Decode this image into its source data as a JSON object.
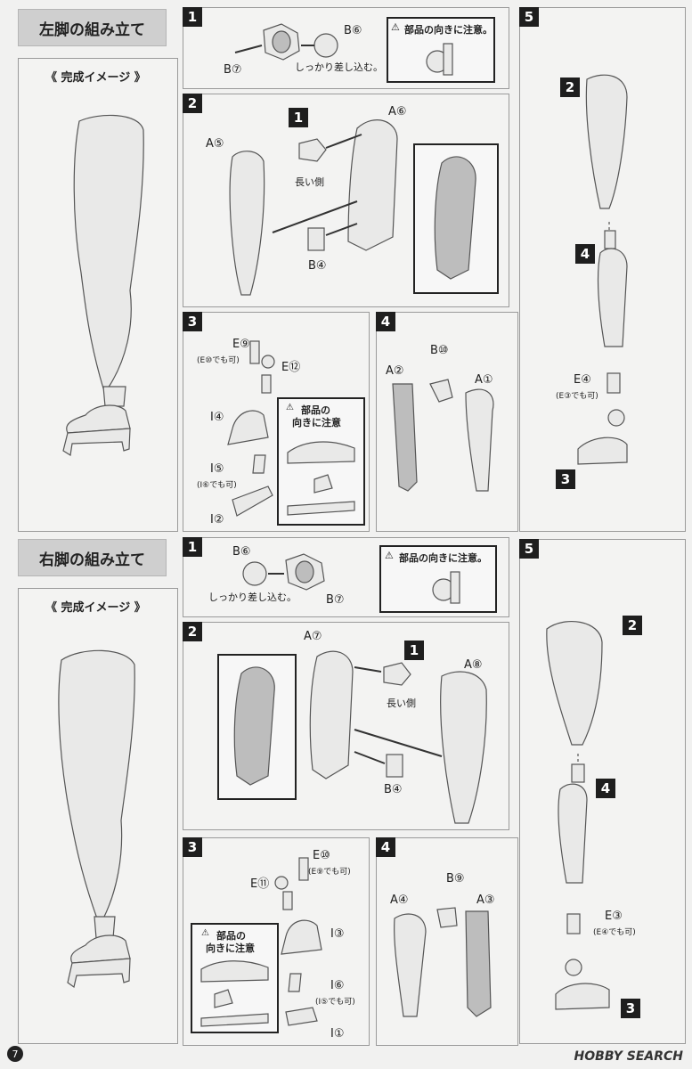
{
  "left": {
    "title": "左脚の組み立て",
    "image_caption": "《 完成イメージ 》",
    "step1": {
      "num": "1",
      "b6": "B⑥",
      "b7": "B⑦",
      "insert": "しっかり差し込む。",
      "note": "部品の向きに注意。"
    },
    "step2": {
      "num": "2",
      "sub": "1",
      "a6": "A⑥",
      "a5": "A⑤",
      "b4": "B④",
      "long_side": "長い側"
    },
    "step3": {
      "num": "3",
      "e9": "E⑨",
      "e10alt": "(E⑩でも可)",
      "e12": "E⑫",
      "i4": "I④",
      "i5": "I⑤",
      "i6alt": "(I⑥でも可)",
      "i2": "I②",
      "note1": "部品の",
      "note2": "向きに注意"
    },
    "step4": {
      "num": "4",
      "b10": "B⑩",
      "a2": "A②",
      "a1": "A①"
    },
    "step5": {
      "num": "5",
      "n2": "2",
      "n4": "4",
      "n3": "3",
      "e4": "E④",
      "e3alt": "(E③でも可)"
    }
  },
  "right": {
    "title": "右脚の組み立て",
    "image_caption": "《 完成イメージ 》",
    "step1": {
      "num": "1",
      "b6": "B⑥",
      "b7": "B⑦",
      "insert": "しっかり差し込む。",
      "note": "部品の向きに注意。"
    },
    "step2": {
      "num": "2",
      "sub": "1",
      "a7": "A⑦",
      "a8": "A⑧",
      "b4": "B④",
      "long_side": "長い側"
    },
    "step3": {
      "num": "3",
      "e10": "E⑩",
      "e9alt": "(E⑨でも可)",
      "e11": "E⑪",
      "i3": "I③",
      "i6": "I⑥",
      "i5alt": "(I⑤でも可)",
      "i1": "I①",
      "note1": "部品の",
      "note2": "向きに注意"
    },
    "step4": {
      "num": "4",
      "b9": "B⑨",
      "a4": "A④",
      "a3": "A③"
    },
    "step5": {
      "num": "5",
      "n2": "2",
      "n4": "4",
      "n3": "3",
      "e3": "E③",
      "e4alt": "(E④でも可)"
    }
  },
  "footer": {
    "page": "7",
    "logo": "HOBBY SEARCH"
  }
}
